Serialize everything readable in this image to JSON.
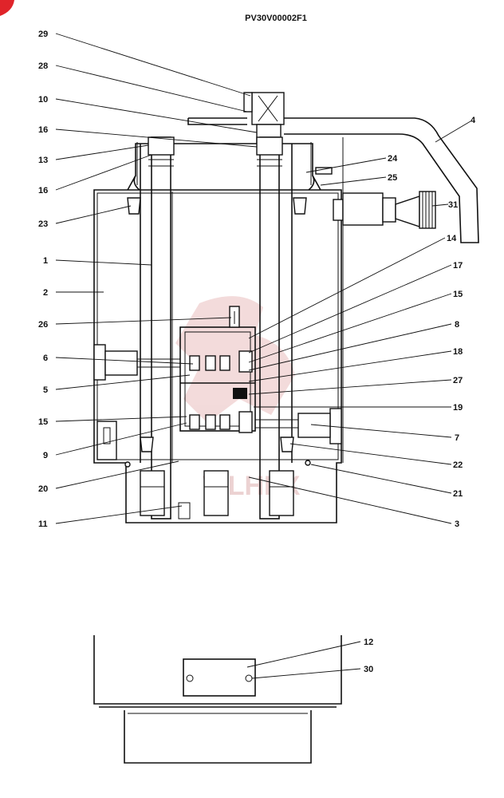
{
  "title": "PV30V00002F1",
  "watermark": "VILHEX",
  "colors": {
    "line": "#111111",
    "watermark": "#e8c8c8",
    "corner_mark": "#e0242a"
  },
  "labels_left": [
    "29",
    "28",
    "10",
    "16",
    "13",
    "16",
    "23",
    "1",
    "2",
    "26",
    "6",
    "5",
    "15",
    "9",
    "20",
    "11"
  ],
  "labels_right": [
    "4",
    "24",
    "25",
    "31",
    "14",
    "17",
    "15",
    "8",
    "18",
    "27",
    "19",
    "7",
    "22",
    "21",
    "3"
  ],
  "labels_detail": [
    "12",
    "30"
  ]
}
